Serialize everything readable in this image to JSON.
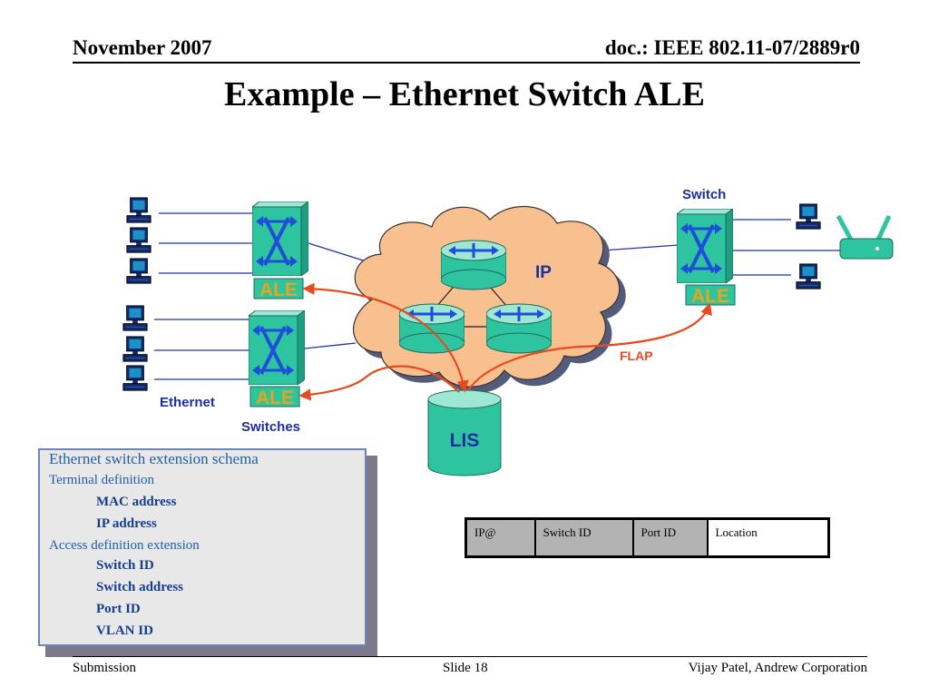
{
  "header": {
    "date": "November 2007",
    "doc": "doc.: IEEE 802.11-07/2889r0"
  },
  "title": "Example – Ethernet Switch ALE",
  "diagram": {
    "switch_label": "Switch",
    "ip_label": "IP",
    "ale_labels": [
      "ALE",
      "ALE",
      "ALE"
    ],
    "flap_label": "FLAP",
    "lis_label": "LIS",
    "ethernet_label": "Ethernet",
    "switches_label": "Switches",
    "colors": {
      "line": "#2233aa",
      "arrow": "#e84a1f",
      "cloud": "#f9c08f",
      "device": "#2ec4a0",
      "ale_text": "#e8a41a"
    }
  },
  "schema": {
    "heading": "Ethernet switch extension schema",
    "terminal_definition": "Terminal definition",
    "mac_address": "MAC address",
    "ip_address": "IP address",
    "access_definition_extension": "Access definition extension",
    "switch_id": "Switch ID",
    "switch_address": "Switch address",
    "port_id": "Port ID",
    "vlan_id": "VLAN ID"
  },
  "table": {
    "columns": [
      "IP@",
      "Switch ID",
      "Port ID",
      "Location"
    ]
  },
  "footer": {
    "left": "Submission",
    "center": "Slide 18",
    "right": "Vijay Patel, Andrew Corporation"
  }
}
